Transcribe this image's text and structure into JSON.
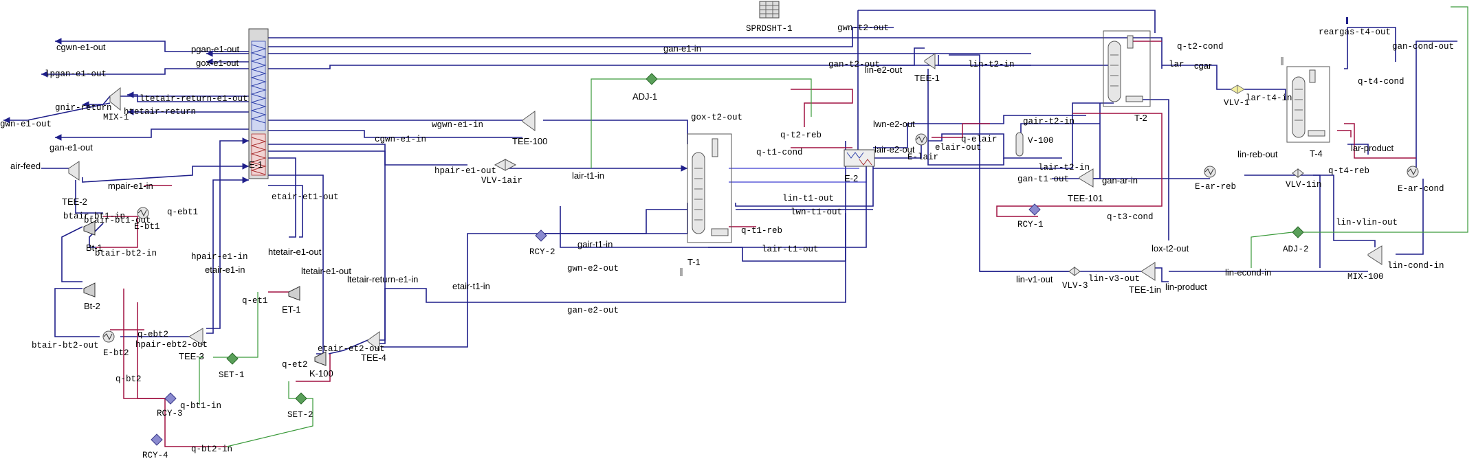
{
  "units": {
    "E-1": "E-1",
    "E-2": "E-2",
    "T-1": "T-1",
    "T-2": "T-2",
    "T-4": "T-4",
    "TEE-2": "TEE-2",
    "TEE-3": "TEE-3",
    "TEE-4": "TEE-4",
    "TEE-100": "TEE-100",
    "TEE-101": "TEE-101",
    "TEE-1": "TEE-1",
    "TEE-1in": "TEE-1in",
    "MIX-1": "MIX-1",
    "MIX-100": "MIX-100",
    "Bt-1": "Bt-1",
    "Bt-2": "Bt-2",
    "ET-1": "ET-1",
    "K-100": "K-100",
    "E-bt1": "E-bt1",
    "E-bt2": "E-bt2",
    "E-lair": "E-lair",
    "E-ar-reb": "E-ar-reb",
    "E-ar-cond": "E-ar-cond",
    "VLV-1air": "VLV-1air",
    "VLV-1": "VLV-1",
    "VLV-3": "VLV-3",
    "VLV-1in": "VLV-1in",
    "V-100": "V-100",
    "ADJ-1": "ADJ-1",
    "ADJ-2": "ADJ-2",
    "RCY-1": "RCY-1",
    "RCY-2": "RCY-2",
    "RCY-3": "RCY-3",
    "RCY-4": "RCY-4",
    "SET-1": "SET-1",
    "SET-2": "SET-2",
    "SPRDSHT-1": "SPRDSHT-1"
  },
  "streams": {
    "cgwn-e1-out": "cgwn-e1-out",
    "pgan-e1-out": "pgan-e1-out",
    "gox-e1-out": "gox-e1-out",
    "lpgan-e1-out": "lpgan-e1-out",
    "gnir-return": "gnir-return",
    "ltetair-return-e1-out": "ltetair-return-e1-out",
    "htetair-return": "htetair-return",
    "gwn-e1-out": "gwn-e1-out",
    "gan-e1-out": "gan-e1-out",
    "gan-e1-in": "gan-e1-in",
    "wgwn-e1-in": "wgwn-e1-in",
    "cgwn-e1-in": "cgwn-e1-in",
    "air-feed": "air-feed",
    "mpair-e1-in": "mpair-e1-in",
    "btair-bt1-in": "btair-bt1-in",
    "btair-bt1-out": "btair-bt1-out",
    "btair-bt2-in": "btair-bt2-in",
    "btair-bt2-out": "btair-bt2-out",
    "q-ebt1": "q-ebt1",
    "q-ebt2": "q-ebt2",
    "q-bt2": "q-bt2",
    "q-bt1-in": "q-bt1-in",
    "q-bt2-in": "q-bt2-in",
    "q-et1": "q-et1",
    "q-et2": "q-et2",
    "hpair-e1-in": "hpair-e1-in",
    "etair-e1-in": "etair-e1-in",
    "hpair-ebt2-out": "hpair-ebt2-out",
    "etair-et1-out": "etair-et1-out",
    "htetair-e1-out": "htetair-e1-out",
    "ltetair-e1-out": "ltetair-e1-out",
    "ltetair-return-e1-in": "ltetair-return-e1-in",
    "etair-et2-out": "etair-et2-out",
    "etair-t1-in": "etair-t1-in",
    "hpair-e1-out": "hpair-e1-out",
    "lair-t1-in": "lair-t1-in",
    "gair-t1-in": "gair-t1-in",
    "gwn-e2-out": "gwn-e2-out",
    "gan-e2-out": "gan-e2-out",
    "gox-t2-out": "gox-t2-out",
    "q-t2-reb": "q-t2-reb",
    "q-t1-cond": "q-t1-cond",
    "lin-t1-out": "lin-t1-out",
    "lwn-t1-out": "lwn-t1-out",
    "q-t1-reb": "q-t1-reb",
    "lair-t1-out": "lair-t1-out",
    "gwn-t2-out": "gwn-t2-out",
    "gan-t2-out": "gan-t2-out",
    "lin-e2-out": "lin-e2-out",
    "lin-t2-in": "lin-t2-in",
    "lwn-e2-out": "lwn-e2-out",
    "lair-e2-out": "lair-e2-out",
    "q-elair": "q-elair",
    "gair-t2-in": "gair-t2-in",
    "lair-t2-in": "lair-t2-in",
    "gan-t1-out": "gan-t1-out",
    "gan-ar-in": "gan-ar-in",
    "q-t3-cond": "q-t3-cond",
    "lox-t2-out": "lox-t2-out",
    "q-t2-cond": "q-t2-cond",
    "cgar": "cgar",
    "lar": "lar",
    "lar-t4-in": "lar-t4-in",
    "reargas-t4-out": "reargas-t4-out",
    "gan-cond-out": "gan-cond-out",
    "q-t4-cond": "q-t4-cond",
    "lar-product": "lar-product",
    "lin-reb-out": "lin-reb-out",
    "q-t4-reb": "q-t4-reb",
    "lin-vlin-out": "lin-vlin-out",
    "lin-v1-out": "lin-v1-out",
    "lin-v3-out": "lin-v3-out",
    "lin-product": "lin-product",
    "lin-econd-in": "lin-econd-in",
    "lin-cond-in": "lin-cond-in",
    "elair-out": "elair-out"
  }
}
